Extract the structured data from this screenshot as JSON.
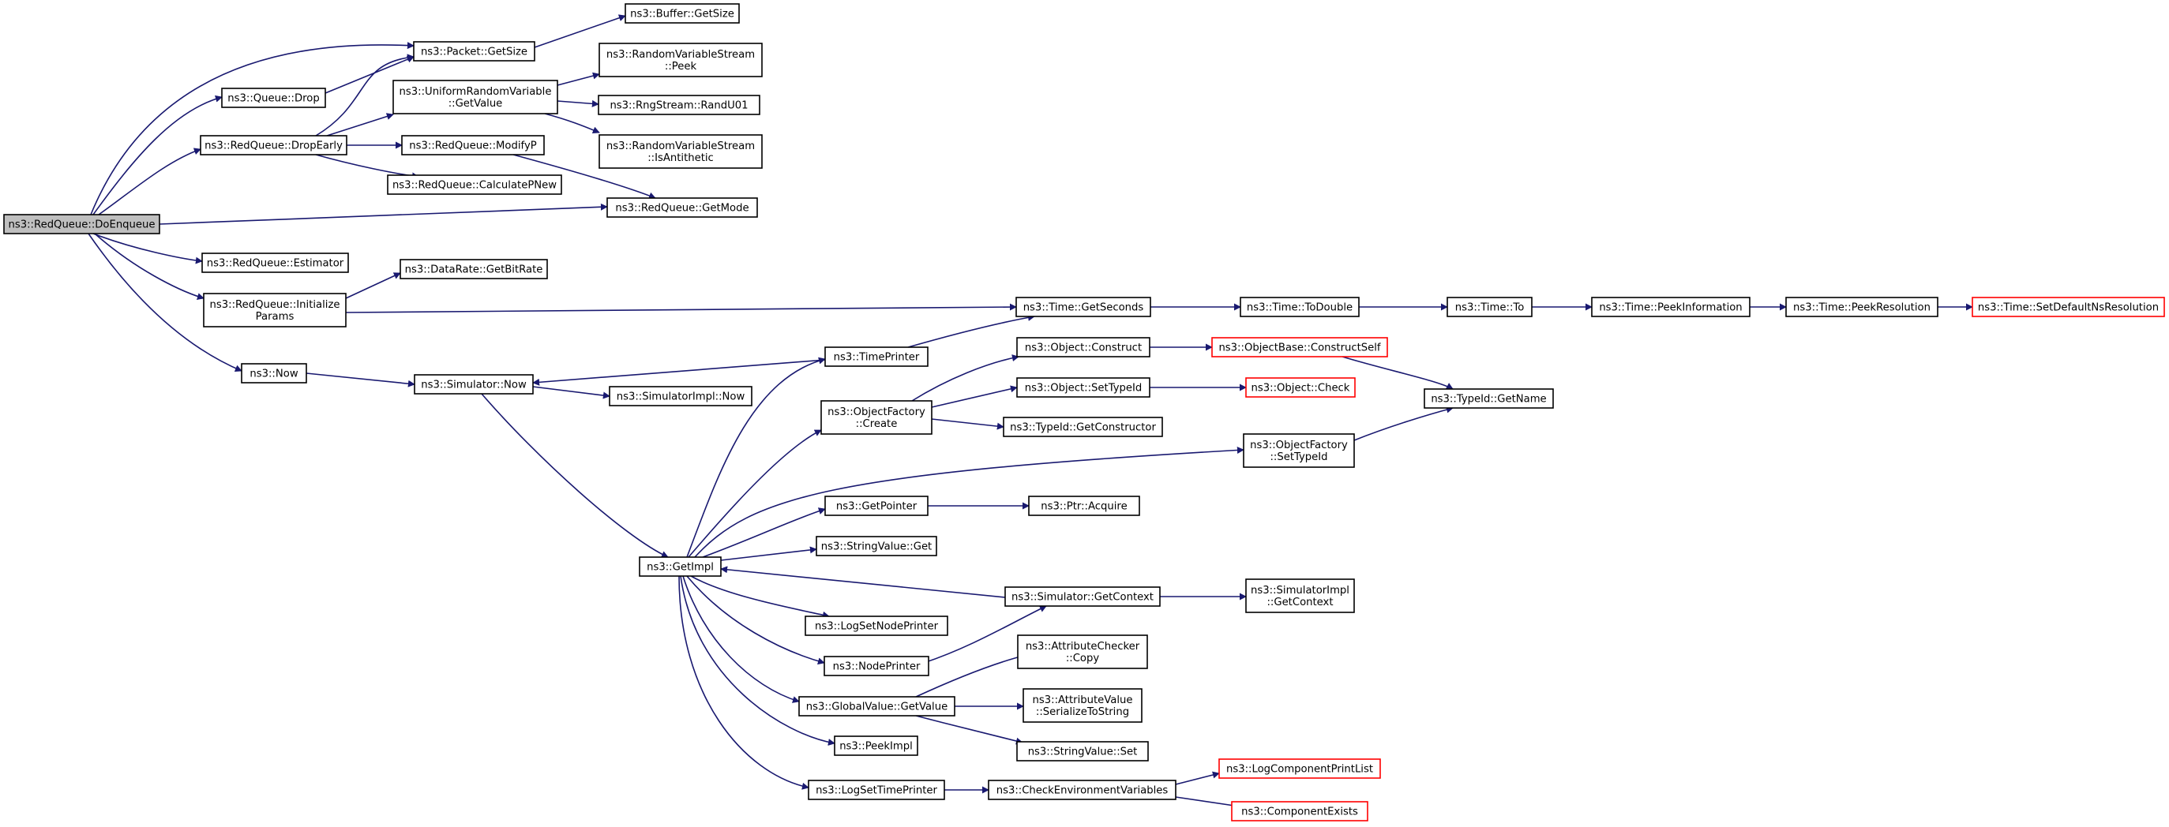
{
  "graph": {
    "edge_color": "#191970",
    "root_fill": "#bfbfbf",
    "red_border": "#ff0000",
    "nodes": [
      {
        "id": "n0",
        "lines": [
          "ns3::RedQueue::DoEnqueue"
        ],
        "style": "root"
      },
      {
        "id": "n1",
        "lines": [
          "ns3::Packet::GetSize"
        ]
      },
      {
        "id": "n2",
        "lines": [
          "ns3::Buffer::GetSize"
        ]
      },
      {
        "id": "n3",
        "lines": [
          "ns3::Queue::Drop"
        ]
      },
      {
        "id": "n4",
        "lines": [
          "ns3::RedQueue::DropEarly"
        ]
      },
      {
        "id": "n5",
        "lines": [
          "ns3::UniformRandomVariable",
          "::GetValue"
        ]
      },
      {
        "id": "n6",
        "lines": [
          "ns3::RandomVariableStream",
          "::Peek"
        ]
      },
      {
        "id": "n7",
        "lines": [
          "ns3::RngStream::RandU01"
        ]
      },
      {
        "id": "n8",
        "lines": [
          "ns3::RandomVariableStream",
          "::IsAntithetic"
        ]
      },
      {
        "id": "n9",
        "lines": [
          "ns3::RedQueue::ModifyP"
        ]
      },
      {
        "id": "n10",
        "lines": [
          "ns3::RedQueue::CalculatePNew"
        ]
      },
      {
        "id": "n11",
        "lines": [
          "ns3::RedQueue::GetMode"
        ]
      },
      {
        "id": "n12",
        "lines": [
          "ns3::RedQueue::Estimator"
        ]
      },
      {
        "id": "n13",
        "lines": [
          "ns3::RedQueue::Initialize",
          "Params"
        ]
      },
      {
        "id": "n14",
        "lines": [
          "ns3::DataRate::GetBitRate"
        ]
      },
      {
        "id": "n15",
        "lines": [
          "ns3::Time::GetSeconds"
        ]
      },
      {
        "id": "n16",
        "lines": [
          "ns3::Time::ToDouble"
        ]
      },
      {
        "id": "n17",
        "lines": [
          "ns3::Time::To"
        ]
      },
      {
        "id": "n18",
        "lines": [
          "ns3::Time::PeekInformation"
        ]
      },
      {
        "id": "n19",
        "lines": [
          "ns3::Time::PeekResolution"
        ]
      },
      {
        "id": "n20",
        "lines": [
          "ns3::Time::SetDefaultNsResolution"
        ],
        "style": "red"
      },
      {
        "id": "n21",
        "lines": [
          "ns3::Now"
        ]
      },
      {
        "id": "n22",
        "lines": [
          "ns3::Simulator::Now"
        ]
      },
      {
        "id": "n23",
        "lines": [
          "ns3::SimulatorImpl::Now"
        ]
      },
      {
        "id": "n24",
        "lines": [
          "ns3::TimePrinter"
        ]
      },
      {
        "id": "n25",
        "lines": [
          "ns3::GetImpl"
        ]
      },
      {
        "id": "n26",
        "lines": [
          "ns3::ObjectFactory",
          "::Create"
        ]
      },
      {
        "id": "n27",
        "lines": [
          "ns3::Object::Construct"
        ]
      },
      {
        "id": "n28",
        "lines": [
          "ns3::ObjectBase::ConstructSelf"
        ],
        "style": "red"
      },
      {
        "id": "n29",
        "lines": [
          "ns3::Object::SetTypeId"
        ]
      },
      {
        "id": "n30",
        "lines": [
          "ns3::Object::Check"
        ],
        "style": "red"
      },
      {
        "id": "n31",
        "lines": [
          "ns3::TypeId::GetConstructor"
        ]
      },
      {
        "id": "n32",
        "lines": [
          "ns3::TypeId::GetName"
        ]
      },
      {
        "id": "n33",
        "lines": [
          "ns3::ObjectFactory",
          "::SetTypeId"
        ]
      },
      {
        "id": "n34",
        "lines": [
          "ns3::GetPointer"
        ]
      },
      {
        "id": "n35",
        "lines": [
          "ns3::Ptr::Acquire"
        ]
      },
      {
        "id": "n36",
        "lines": [
          "ns3::StringValue::Get"
        ]
      },
      {
        "id": "n37",
        "lines": [
          "ns3::Simulator::GetContext"
        ]
      },
      {
        "id": "n38",
        "lines": [
          "ns3::SimulatorImpl",
          "::GetContext"
        ]
      },
      {
        "id": "n39",
        "lines": [
          "ns3::LogSetNodePrinter"
        ]
      },
      {
        "id": "n40",
        "lines": [
          "ns3::NodePrinter"
        ]
      },
      {
        "id": "n41",
        "lines": [
          "ns3::AttributeChecker",
          "::Copy"
        ]
      },
      {
        "id": "n42",
        "lines": [
          "ns3::GlobalValue::GetValue"
        ]
      },
      {
        "id": "n43",
        "lines": [
          "ns3::AttributeValue",
          "::SerializeToString"
        ]
      },
      {
        "id": "n44",
        "lines": [
          "ns3::StringValue::Set"
        ]
      },
      {
        "id": "n45",
        "lines": [
          "ns3::PeekImpl"
        ]
      },
      {
        "id": "n46",
        "lines": [
          "ns3::LogSetTimePrinter"
        ]
      },
      {
        "id": "n47",
        "lines": [
          "ns3::CheckEnvironmentVariables"
        ]
      },
      {
        "id": "n48",
        "lines": [
          "ns3::LogComponentPrintList"
        ],
        "style": "red"
      },
      {
        "id": "n49",
        "lines": [
          "ns3::ComponentExists"
        ],
        "style": "red"
      }
    ],
    "edges": [
      [
        "n0",
        "n1"
      ],
      [
        "n0",
        "n3"
      ],
      [
        "n0",
        "n4"
      ],
      [
        "n0",
        "n11"
      ],
      [
        "n0",
        "n12"
      ],
      [
        "n0",
        "n13"
      ],
      [
        "n0",
        "n21"
      ],
      [
        "n1",
        "n2"
      ],
      [
        "n3",
        "n1"
      ],
      [
        "n4",
        "n1"
      ],
      [
        "n4",
        "n5"
      ],
      [
        "n4",
        "n9"
      ],
      [
        "n4",
        "n10"
      ],
      [
        "n5",
        "n6"
      ],
      [
        "n5",
        "n7"
      ],
      [
        "n5",
        "n8"
      ],
      [
        "n9",
        "n11"
      ],
      [
        "n13",
        "n14"
      ],
      [
        "n13",
        "n15"
      ],
      [
        "n15",
        "n16"
      ],
      [
        "n16",
        "n17"
      ],
      [
        "n17",
        "n18"
      ],
      [
        "n18",
        "n19"
      ],
      [
        "n19",
        "n20"
      ],
      [
        "n21",
        "n22"
      ],
      [
        "n22",
        "n23"
      ],
      [
        "n22",
        "n25"
      ],
      [
        "n24",
        "n22"
      ],
      [
        "n24",
        "n15"
      ],
      [
        "n25",
        "n24"
      ],
      [
        "n25",
        "n26"
      ],
      [
        "n25",
        "n33"
      ],
      [
        "n25",
        "n34"
      ],
      [
        "n25",
        "n36"
      ],
      [
        "n25",
        "n39"
      ],
      [
        "n25",
        "n40"
      ],
      [
        "n25",
        "n42"
      ],
      [
        "n25",
        "n45"
      ],
      [
        "n25",
        "n46"
      ],
      [
        "n26",
        "n27"
      ],
      [
        "n26",
        "n29"
      ],
      [
        "n26",
        "n31"
      ],
      [
        "n27",
        "n28"
      ],
      [
        "n28",
        "n32"
      ],
      [
        "n29",
        "n30"
      ],
      [
        "n33",
        "n32"
      ],
      [
        "n34",
        "n35"
      ],
      [
        "n37",
        "n25"
      ],
      [
        "n37",
        "n38"
      ],
      [
        "n40",
        "n37"
      ],
      [
        "n42",
        "n41"
      ],
      [
        "n42",
        "n43"
      ],
      [
        "n42",
        "n44"
      ],
      [
        "n46",
        "n47"
      ],
      [
        "n47",
        "n48"
      ],
      [
        "n47",
        "n49"
      ]
    ]
  }
}
